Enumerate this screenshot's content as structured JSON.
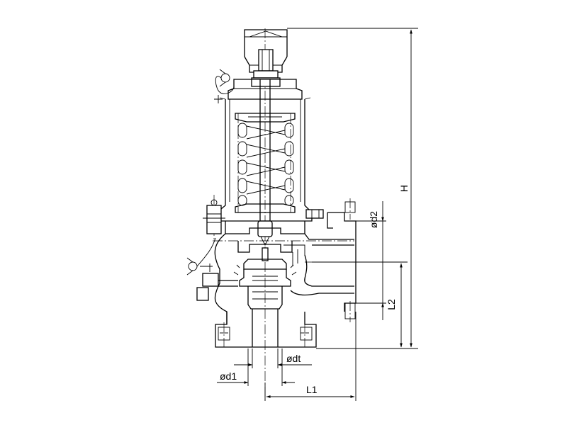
{
  "labels": {
    "H": "H",
    "d2": "ød2",
    "L2": "L2",
    "dt": "ødt",
    "d1": "ød1",
    "L1": "L1"
  }
}
